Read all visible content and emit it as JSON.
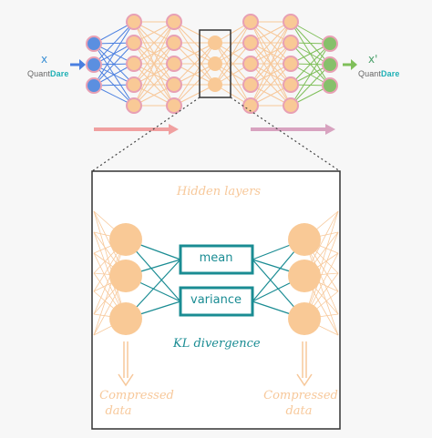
{
  "input_label": "x",
  "output_label": "x'",
  "brand_left": {
    "quant": "Quant",
    "dare": "Dare"
  },
  "brand_right": {
    "quant": "Quant",
    "dare": "Dare"
  },
  "hidden_layers_label": "Hidden layers",
  "mean_label": "mean",
  "variance_label": "variance",
  "kl_label": "KL divergence",
  "compressed_left": [
    "Compressed",
    "data"
  ],
  "compressed_right": [
    "Compressed",
    "data"
  ],
  "colors": {
    "node_fill": "#f9c996",
    "input_node": "#5b8fe0",
    "output_node": "#86c06a",
    "node_ring": "#e8a0b4",
    "teal": "#1a8c93",
    "encoder_arrow": "#f0a0a0",
    "decoder_arrow": "#d8a3c0",
    "blue_edge": "#4a7fe0",
    "green_edge": "#7fbf5a",
    "orange_edge": "#f7c89a"
  }
}
